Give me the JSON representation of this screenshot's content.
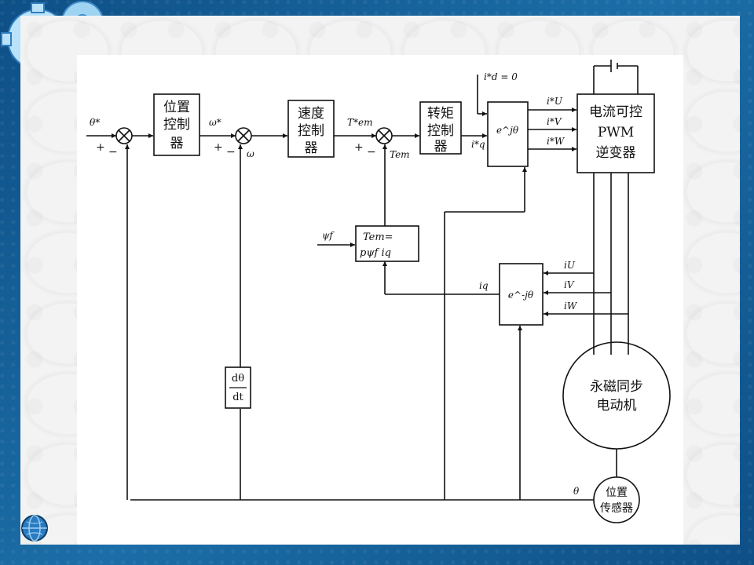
{
  "blocks": {
    "position_controller": [
      "位置",
      "控制",
      "器"
    ],
    "speed_controller": [
      "速度",
      "控制",
      "器"
    ],
    "torque_controller": [
      "转矩",
      "控制",
      "器"
    ],
    "inverter": [
      "电流可控",
      "PWM",
      "逆变器"
    ],
    "motor": [
      "永磁同步",
      "电动机"
    ],
    "position_sensor": [
      "位置",
      "传感器"
    ]
  },
  "signals": {
    "theta_ref": "θ*",
    "omega_ref": "ω*",
    "omega": "ω",
    "torque_ref": "T*em",
    "torque_fb": "Tem",
    "id_ref": "i*d = 0",
    "iq_ref": "i*q",
    "iq": "iq",
    "iU_ref": "i*U",
    "iV_ref": "i*V",
    "iW_ref": "i*W",
    "iU": "iU",
    "iV": "iV",
    "iW": "iW",
    "psi": "ψf",
    "theta": "θ"
  },
  "formula": {
    "line1": "Tem=",
    "line2": "pψf iq"
  },
  "derivative": {
    "numerator": "dθ",
    "denominator": "dt"
  },
  "transforms": {
    "forward": "e^jθ",
    "inverse": "e^-jθ"
  },
  "sum_signs": {
    "plus": "+",
    "minus": "−"
  }
}
